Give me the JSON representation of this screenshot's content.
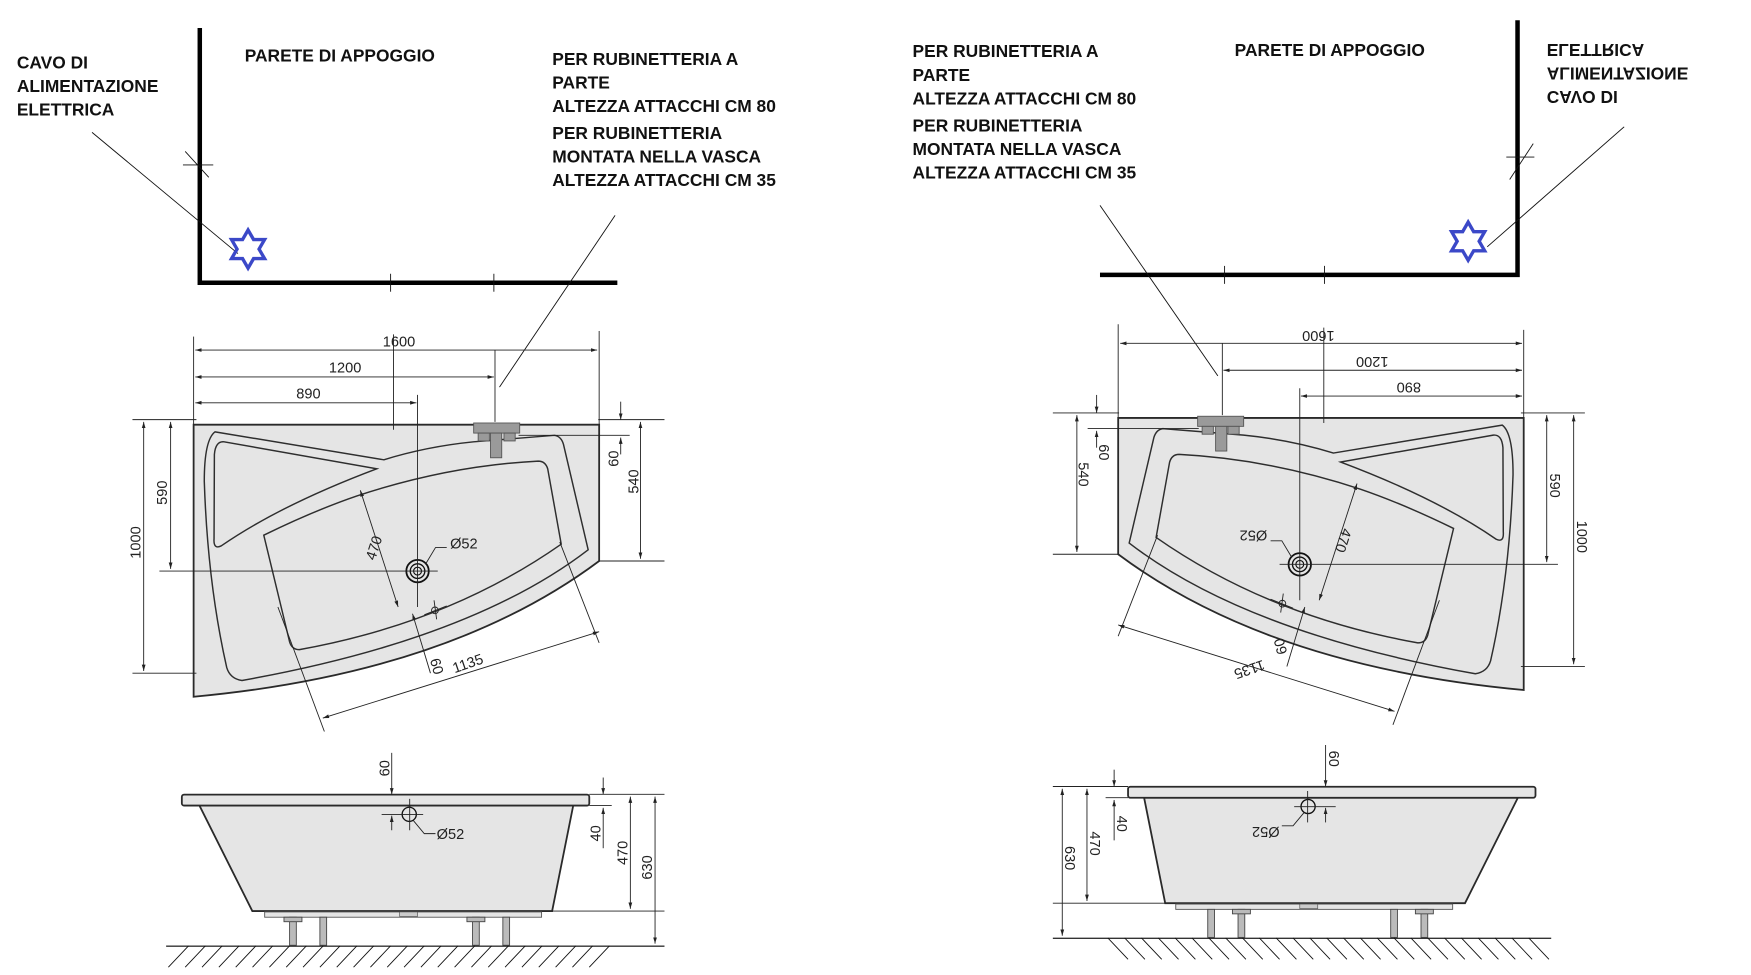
{
  "colors": {
    "star": "#3b48c8",
    "tub_fill": "#e5e5e5",
    "faucet": "#9a9a9a"
  },
  "annotations": {
    "cable": [
      "CAVO DI",
      "ALIMENTAZIONE",
      "ELETTRICA"
    ],
    "wall": "PARETE DI APPOGGIO",
    "faucet": [
      "PER RUBINETTERIA A",
      "PARTE",
      "ALTEZZA ATTACCHI CM 80",
      "PER RUBINETTERIA",
      "MONTATA NELLA VASCA",
      "ALTEZZA ATTACCHI CM 35"
    ]
  },
  "plan_dims": {
    "total_length": "1600",
    "faucet_offset": "1200",
    "drain_offset": "890",
    "total_width": "1000",
    "drain_depth": "590",
    "rim_60": "60",
    "short_side": "540",
    "basin_width": "470",
    "drain_diameter": "Ø52",
    "front_60": "60",
    "basin_length": "1135"
  },
  "elevation_dims": {
    "overflow_60": "60",
    "overflow_diameter": "Ø52",
    "rim_40": "40",
    "tub_height": "470",
    "total_height": "630"
  }
}
